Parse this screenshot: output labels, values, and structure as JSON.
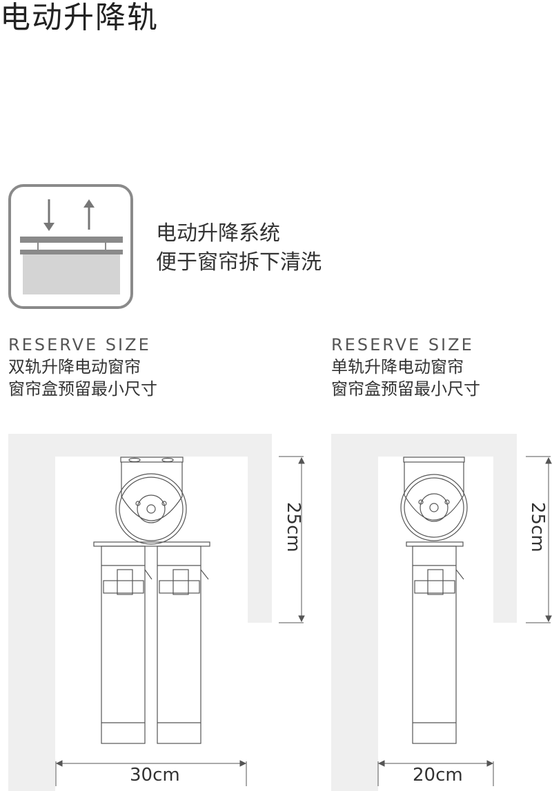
{
  "title": "电动升降轨",
  "feature": {
    "line1": "电动升降系统",
    "line2": "便于窗帘拆下清洗",
    "icon": "lift-arrows-icon"
  },
  "left_spec": {
    "label": "RESERVE SIZE",
    "line1": "双轨升降电动窗帘",
    "line2": "窗帘盒预留最小尺寸",
    "height": "25cm",
    "width": "30cm"
  },
  "right_spec": {
    "label": "RESERVE SIZE",
    "line1": "单轨升降电动窗帘",
    "line2": "窗帘盒预留最小尺寸",
    "height": "25cm",
    "width": "20cm"
  },
  "colors": {
    "box_gray": "#efefef",
    "icon_bar": "#8a8a8a",
    "icon_fill": "#d4d4d4"
  }
}
